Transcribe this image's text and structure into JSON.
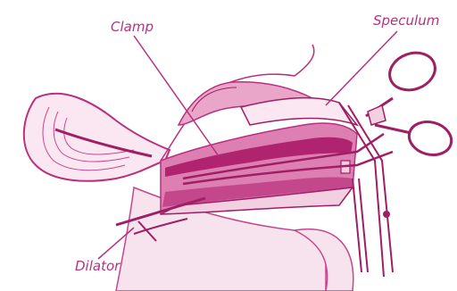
{
  "labels": {
    "clamp": "Clamp",
    "speculum": "Speculum",
    "dilator": "Dilator"
  },
  "colors": {
    "ink": "#b8307e",
    "fill_light": "#f3cfe2",
    "fill_mid": "#dd7fb3",
    "fill_dark": "#b0246f",
    "background": "#ffffff"
  }
}
